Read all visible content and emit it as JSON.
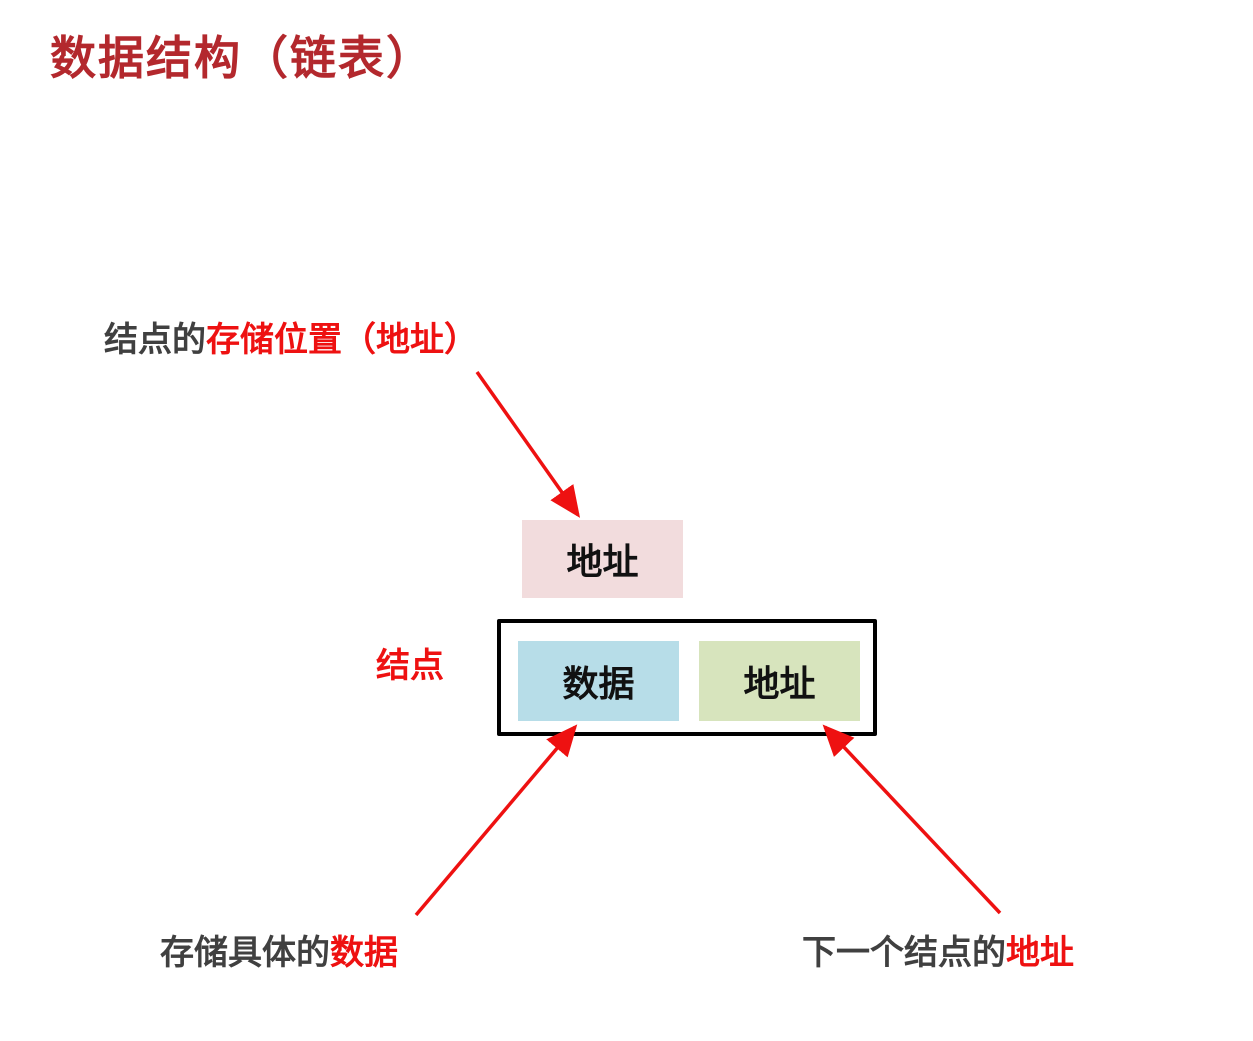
{
  "title": "数据结构（链表）",
  "top_label": {
    "prefix": "结点的",
    "highlight": "存储位置（地址）"
  },
  "address_box": {
    "label": "地址",
    "color": "#f2dcdd"
  },
  "node": {
    "label": "结点",
    "data_cell": {
      "label": "数据",
      "color": "#b7dde8"
    },
    "next_cell": {
      "label": "地址",
      "color": "#d7e4bd"
    }
  },
  "bottom_left_label": {
    "prefix": "存储具体的",
    "highlight": "数据"
  },
  "bottom_right_label": {
    "prefix": "下一个结点的",
    "highlight": "地址"
  },
  "colors": {
    "title": "#b3282d",
    "highlight": "#ee1111",
    "text": "#404040",
    "arrow": "#ee1111"
  }
}
